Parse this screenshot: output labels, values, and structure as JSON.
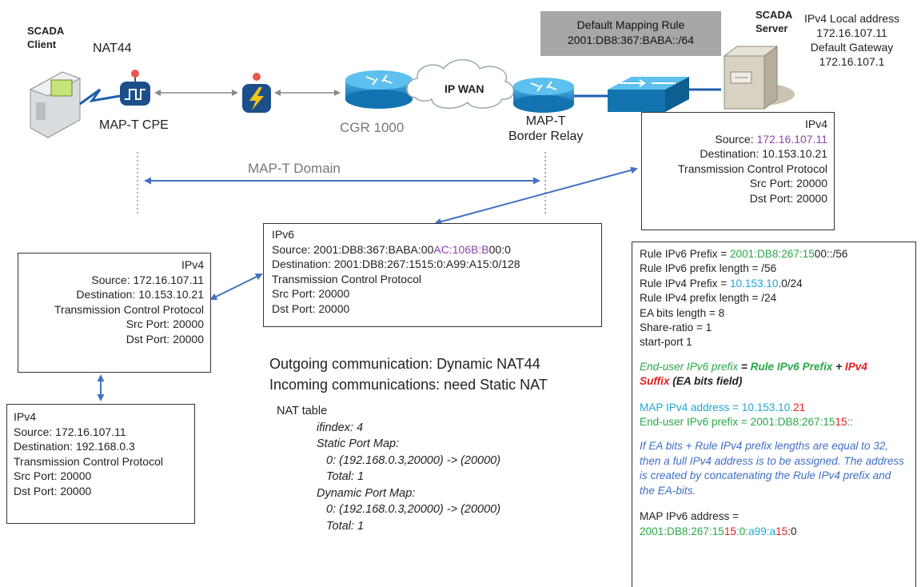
{
  "labels": {
    "scada_client": "SCADA\nClient",
    "nat44": "NAT44",
    "map_t_cpe": "MAP-T CPE",
    "cgr": "CGR 1000",
    "ip_wan": "IP WAN",
    "border_relay": "MAP-T\nBorder Relay",
    "scada_server": "SCADA\nServer",
    "server_info": "IPv4 Local address\n172.16.107.11\nDefault Gateway\n172.16.107.1",
    "domain": "MAP-T Domain"
  },
  "mapping_rule": {
    "title": "Default Mapping Rule",
    "prefix": "2001:DB8:367:BABA::/64"
  },
  "ipv4_server_box": {
    "title": "IPv4",
    "source_label": "Source: ",
    "source_value": "172.16.107.11",
    "destination": "Destination: 10.153.10.21",
    "protocol": "Transmission Control Protocol",
    "src_port": "Src Port: 20000",
    "dst_port": "Dst Port: 20000"
  },
  "ipv6_box": {
    "title": "IPv6",
    "src_a": "Source: 2001:DB8:367:BABA:00",
    "src_b": "AC:106B:B",
    "src_c": "00:0",
    "destination": "Destination: 2001:DB8:267:1515:0:A99:A15:0/128",
    "protocol": "Transmission Control Protocol",
    "src_port": "Src Port: 20000",
    "dst_port": "Dst Port: 20000"
  },
  "ipv4_cpe_box": {
    "title": "IPv4",
    "source": "Source: 172.16.107.11",
    "destination": "Destination: 10.153.10.21",
    "protocol": "Transmission Control Protocol",
    "src_port": "Src Port: 20000",
    "dst_port": "Dst Port: 20000"
  },
  "ipv4_client_box": {
    "title": "IPv4",
    "source": "Source: 172.16.107.11",
    "destination": "Destination: 192.168.0.3",
    "protocol": "Transmission Control Protocol",
    "src_port": "Src Port: 20000",
    "dst_port": "Dst Port: 20000"
  },
  "communication": {
    "outgoing": "Outgoing communication: Dynamic NAT44",
    "incoming": "Incoming communications: need Static NAT"
  },
  "nat_table": {
    "title": "NAT table",
    "lines": [
      "ifindex: 4",
      "Static Port Map:",
      "0: (192.168.0.3,20000) -> (20000)",
      "Total: 1",
      "Dynamic Port Map:",
      "0: (192.168.0.3,20000) -> (20000)",
      "Total: 1"
    ]
  },
  "rule_box": {
    "r1a": "Rule IPv6 Prefix = ",
    "r1b": "2001:DB8:267:15",
    "r1c": "00::/56",
    "r2": "Rule IPv6 prefix length = /56",
    "r3a": "Rule IPv4 Prefix = ",
    "r3b": "10.153.10",
    "r3c": ".0/24",
    "r4": "Rule IPv4 prefix length = /24",
    "r5": "EA bits length = 8",
    "r6": "Share-ratio = 1",
    "r7": "start-port 1",
    "f1": "End-user IPv6 prefix",
    "f2": " = ",
    "f3": "Rule IPv6 Prefix",
    "f4": " + ",
    "f5": "IPv4",
    "f6": "Suffix",
    "f7": " (EA bits field)",
    "m1a": "MAP IPv4 address = ",
    "m1b": "10.153.10.",
    "m1c": "21",
    "m2a": "End-user IPv6 prefix = 2001:DB8:267:15",
    "m2b": "15",
    "m2c": "::",
    "note": "If EA bits + Rule IPv4 prefix lengths are equal to 32, then a full IPv4 address is to be assigned. The address is created by concatenating the Rule IPv4 prefix and the EA-bits.",
    "v6_label": "MAP IPv6 address =",
    "v6a": "2001:DB8:267:15",
    "v6b": "15",
    "v6c": ":0:",
    "v6d": "a99",
    "v6e": ":a",
    "v6f": "15",
    "v6g": ":0"
  },
  "colors": {
    "arrow": "#4472c4",
    "router": "#1e8fc8",
    "mapping_bg": "#a7a7a7",
    "green": "#2aa84a",
    "cyan": "#1fa6d6",
    "red": "#e02020",
    "purple": "#8e44ad"
  }
}
